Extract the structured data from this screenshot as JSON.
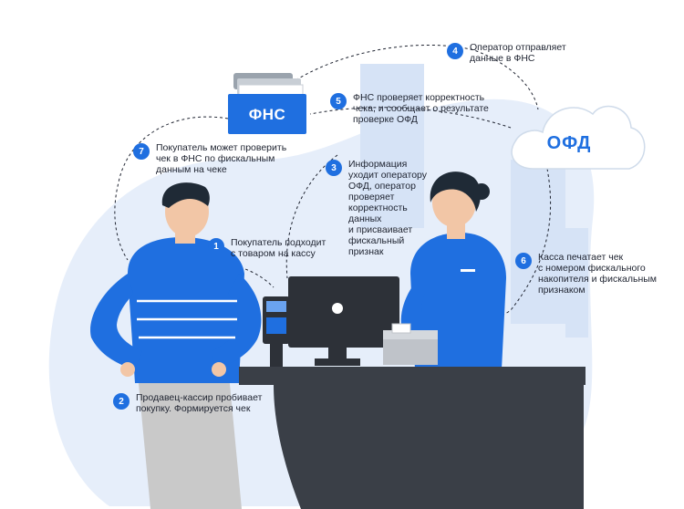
{
  "entities": {
    "fns": "ФНС",
    "ofd": "ОФД"
  },
  "steps": [
    {
      "num": "1",
      "text": "Покупатель подходит\nс товаром на кассу"
    },
    {
      "num": "2",
      "text": "Продавец-кассир пробивает\nпокупку. Формируется чек"
    },
    {
      "num": "3",
      "text": "Информация\nуходит оператору\nОФД, оператор\nпроверяет\nкорректность\nданных\nи присваивает\nфискальный\nпризнак"
    },
    {
      "num": "4",
      "text": "Оператор отправляет\nданные в ФНС"
    },
    {
      "num": "5",
      "text": "ФНС проверяет корректность\nчека, и сообщает о результате\nпроверке ОФД"
    },
    {
      "num": "6",
      "text": "Касса печатает чек\nс номером фискального\nнакопителя и фискальным\nпризнаком"
    },
    {
      "num": "7",
      "text": "Покупатель может проверить\nчек в ФНС по фискальным\nданным на чеке"
    }
  ],
  "colors": {
    "accent": "#1f6fe0",
    "blob": "#e4eefb",
    "counter": "#3a3f47"
  }
}
